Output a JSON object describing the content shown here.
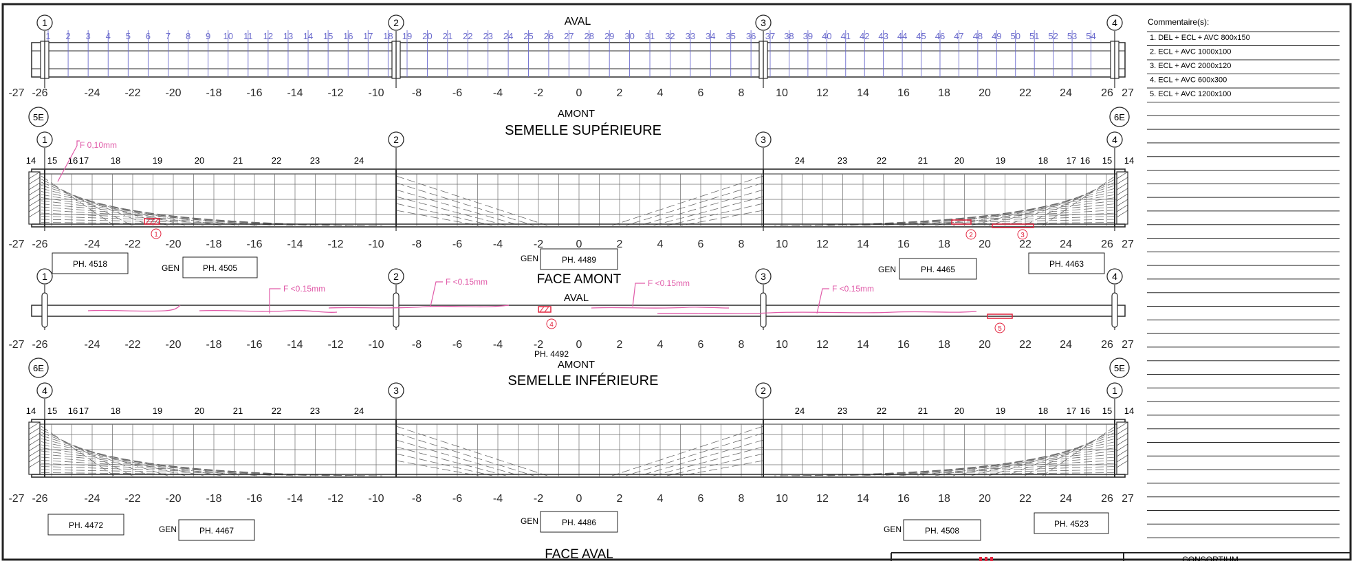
{
  "colors": {
    "line": "#2a2a2a",
    "grid": "#6b6b6b",
    "blue": "#6a6acd",
    "pink": "#e05aa8",
    "red": "#e2233d",
    "bg": "#ffffff"
  },
  "axis": {
    "ticks": [
      "-27",
      "-26",
      "-24",
      "-22",
      "-20",
      "-18",
      "-16",
      "-14",
      "-12",
      "-10",
      "-8",
      "-6",
      "-4",
      "-2",
      "0",
      "2",
      "4",
      "6",
      "8",
      "10",
      "12",
      "14",
      "16",
      "18",
      "20",
      "22",
      "24",
      "26",
      "27"
    ]
  },
  "top_section": {
    "title_aval": "AVAL",
    "title_amont": "AMONT",
    "axes": [
      "1",
      "2",
      "3",
      "4"
    ],
    "stations": [
      "1",
      "2",
      "3",
      "4",
      "5",
      "6",
      "7",
      "8",
      "9",
      "10",
      "11",
      "12",
      "13",
      "14",
      "15",
      "16",
      "17",
      "18",
      "19",
      "20",
      "21",
      "22",
      "23",
      "24",
      "25",
      "26",
      "27",
      "28",
      "29",
      "30",
      "31",
      "32",
      "33",
      "34",
      "35",
      "36",
      "37",
      "38",
      "39",
      "40",
      "41",
      "42",
      "43",
      "44",
      "45",
      "46",
      "47",
      "48",
      "49",
      "50",
      "51",
      "52",
      "53",
      "54"
    ]
  },
  "sup": {
    "heading": "SEMELLE SUPÉRIEURE",
    "end_left": "5E",
    "end_right": "6E",
    "axes": [
      "1",
      "2",
      "3",
      "4"
    ],
    "left_ribs": [
      "14",
      "15",
      "16",
      "17",
      "18",
      "19",
      "20",
      "21",
      "22",
      "23",
      "24"
    ],
    "right_ribs": [
      "24",
      "23",
      "22",
      "21",
      "20",
      "19",
      "18",
      "17",
      "16",
      "15",
      "14"
    ],
    "crack_note": "F 0,10mm",
    "markers": [
      "1",
      "2",
      "3"
    ],
    "photos": [
      {
        "gen": "",
        "label": "PH. 4518"
      },
      {
        "gen": "GEN",
        "label": "PH. 4505"
      },
      {
        "gen": "GEN",
        "label": "PH. 4489"
      },
      {
        "gen": "GEN",
        "label": "PH. 4465"
      },
      {
        "gen": "",
        "label": "PH. 4463"
      }
    ]
  },
  "face_amont": {
    "heading": "FACE AMONT",
    "axes": [
      "1",
      "2",
      "3",
      "4"
    ],
    "aval": "AVAL",
    "amont": "AMONT",
    "crack_notes": [
      "F <0.15mm",
      "F <0.15mm",
      "F <0.15mm",
      "F <0.15mm"
    ],
    "markers": [
      "4",
      "5"
    ],
    "photo": "PH. 4492"
  },
  "inf": {
    "heading": "SEMELLE INFÉRIEURE",
    "end_left": "6E",
    "end_right": "5E",
    "axes": [
      "4",
      "3",
      "2",
      "1"
    ],
    "left_ribs": [
      "14",
      "15",
      "16",
      "17",
      "18",
      "19",
      "20",
      "21",
      "22",
      "23",
      "24"
    ],
    "right_ribs": [
      "24",
      "23",
      "22",
      "21",
      "20",
      "19",
      "18",
      "17",
      "16",
      "15",
      "14"
    ],
    "photos": [
      {
        "gen": "",
        "label": "PH. 4472"
      },
      {
        "gen": "GEN",
        "label": "PH. 4467"
      },
      {
        "gen": "GEN",
        "label": "PH. 4486"
      },
      {
        "gen": "GEN",
        "label": "PH. 4508"
      },
      {
        "gen": "",
        "label": "PH. 4523"
      }
    ]
  },
  "face_aval": {
    "heading": "FACE AVAL"
  },
  "comments": {
    "title": "Commentaire(s):",
    "items": [
      "1. DEL + ECL + AVC 800x150",
      "2. ECL + AVC 1000x100",
      "3. ECL + AVC  2000x120",
      "4. ECL + AVC 600x300",
      "5. ECL + AVC 1200x100"
    ]
  },
  "title_block": {
    "consortium": "CONSORTIUM"
  }
}
